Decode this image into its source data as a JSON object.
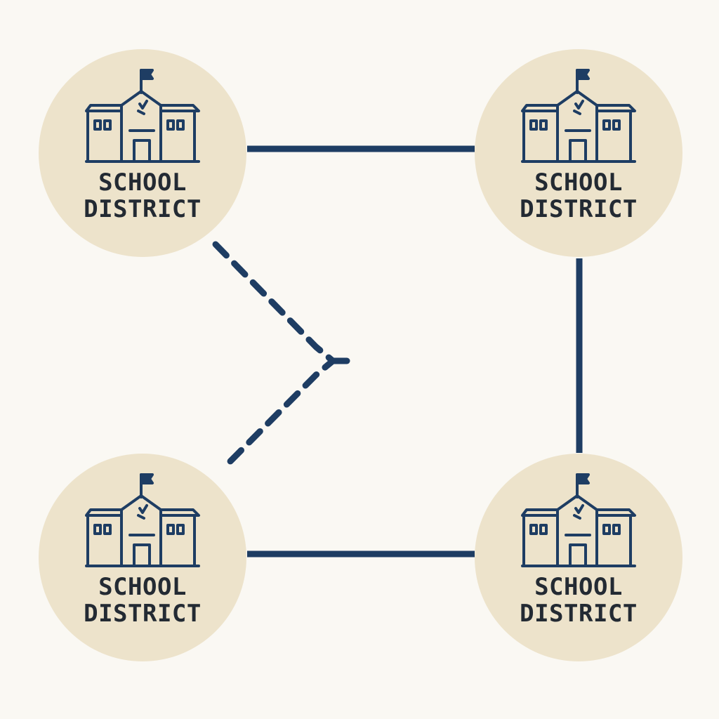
{
  "colors": {
    "background": "#faf8f3",
    "node_fill": "#ede3cb",
    "line": "#1e3d63",
    "text": "#232a33"
  },
  "nodes": [
    {
      "line1": "SCHOOL",
      "line2": "DISTRICT",
      "icon": "school-building-icon"
    },
    {
      "line1": "SCHOOL",
      "line2": "DISTRICT",
      "icon": "school-building-icon"
    },
    {
      "line1": "SCHOOL",
      "line2": "DISTRICT",
      "icon": "school-building-icon"
    },
    {
      "line1": "SCHOOL",
      "line2": "DISTRICT",
      "icon": "school-building-icon"
    }
  ],
  "connections": [
    {
      "from": "top-left",
      "to": "top-right",
      "style": "solid"
    },
    {
      "from": "top-right",
      "to": "bottom-right",
      "style": "solid"
    },
    {
      "from": "bottom-left",
      "to": "bottom-right",
      "style": "solid"
    },
    {
      "from": "top-left",
      "to": "bottom-left",
      "style": "dashed",
      "shape": "chevron"
    }
  ]
}
